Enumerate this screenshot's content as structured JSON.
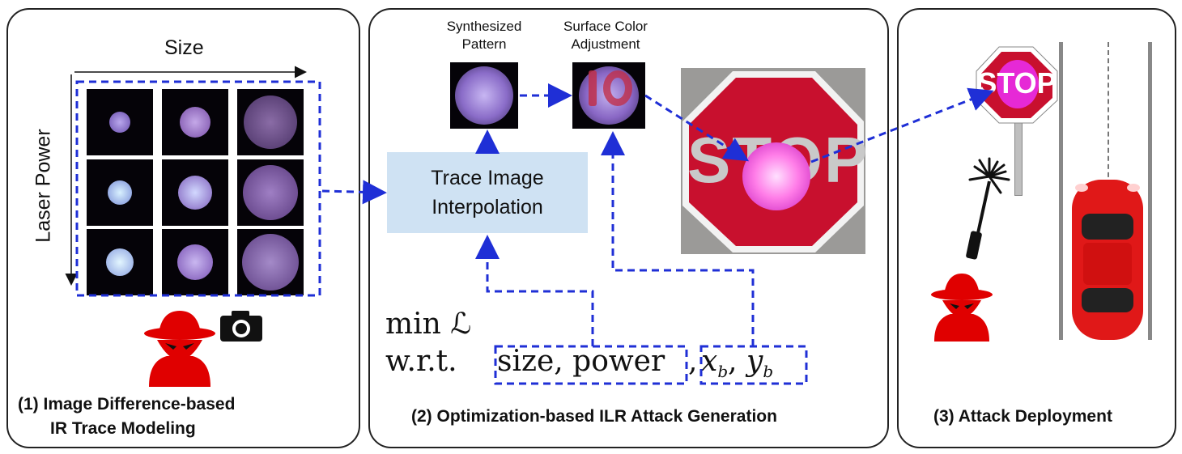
{
  "panel1": {
    "size_axis_label": "Size",
    "power_axis_label": "Laser Power",
    "caption_line1": "(1)  Image Difference-based",
    "caption_line2": "IR Trace Modeling",
    "hacker_icon": "hacker-icon",
    "camera_icon": "camera-icon"
  },
  "panel2": {
    "synth_label_line1": "Synthesized",
    "synth_label_line2": "Pattern",
    "surface_label_line1": "Surface Color",
    "surface_label_line2": "Adjustment",
    "interp_line1": "Trace Image",
    "interp_line2": "Interpolation",
    "stop_text": "STOP",
    "objective_line1": "min  ℒ",
    "objective_wrt": "w.r.t.",
    "objective_vars1": "size, power",
    "objective_comma": ",",
    "objective_vars2_x": "x",
    "objective_vars2_xsub": "b",
    "objective_vars2_sep": ", ",
    "objective_vars2_y": "y",
    "objective_vars2_ysub": "b",
    "caption": "(2) Optimization-based ILR Attack Generation"
  },
  "panel3": {
    "sign_text": "STOP",
    "caption": "(3) Attack Deployment",
    "hacker_icon": "hacker-icon",
    "laser_icon": "laser-pointer-icon",
    "car_icon": "car-icon"
  },
  "colors": {
    "arrow": "#1f2fd6",
    "stop_red": "#c8102e",
    "hacker_red": "#e00000",
    "interp_fill": "#cfe2f3",
    "spot_violet": "#8a6cc8"
  }
}
